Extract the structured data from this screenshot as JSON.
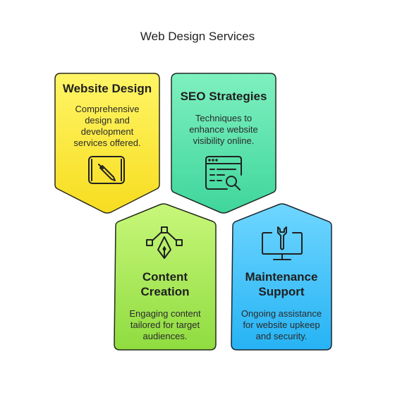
{
  "title": "Web Design Services",
  "cards": [
    {
      "title": "Website Design",
      "description_lines": [
        "Comprehensive",
        "design and",
        "development",
        "services offered."
      ],
      "icon": "drawing-tablet-icon",
      "gradient": [
        "#fff566",
        "#f7dd20"
      ],
      "stroke": "#2a2a1a"
    },
    {
      "title": "SEO Strategies",
      "description_lines": [
        "Techniques to",
        "enhance website",
        "visibility online."
      ],
      "icon": "browser-search-icon",
      "gradient": [
        "#7ff0c0",
        "#3fd69b"
      ],
      "stroke": "#1e2a24"
    },
    {
      "title_lines": [
        "Content",
        "Creation"
      ],
      "description_lines": [
        "Engaging content",
        "tailored for target",
        "audiences."
      ],
      "icon": "pen-tool-icon",
      "gradient": [
        "#c8f77a",
        "#8fdc40"
      ],
      "stroke": "#232b18"
    },
    {
      "title_lines": [
        "Maintenance",
        "Support"
      ],
      "description_lines": [
        "Ongoing assistance",
        "for website upkeep",
        "and security."
      ],
      "icon": "monitor-wrench-icon",
      "gradient": [
        "#6fd6ff",
        "#26b3f4"
      ],
      "stroke": "#1a2630"
    }
  ]
}
